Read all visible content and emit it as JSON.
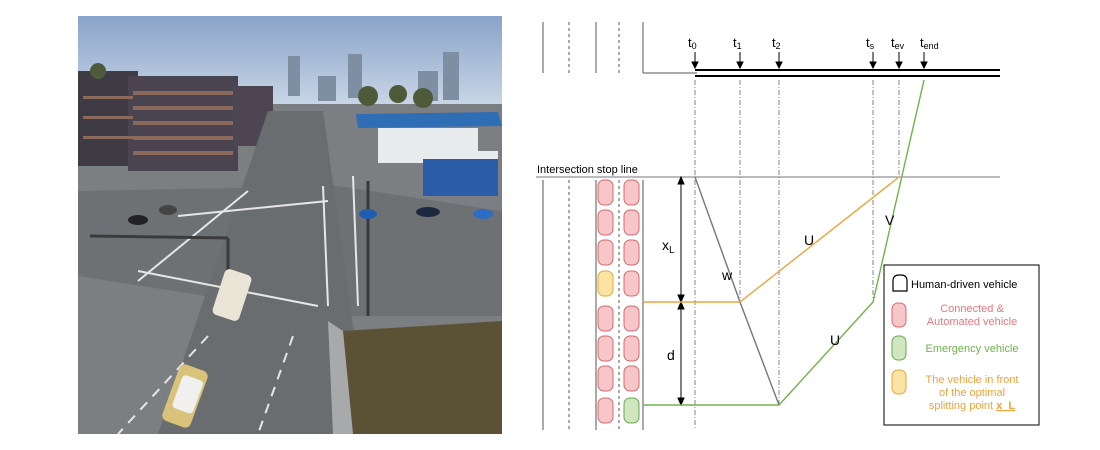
{
  "scene": {
    "description_icon": "intersection-simulation-image"
  },
  "diagram": {
    "stop_line_label": "Intersection stop line",
    "time_labels": [
      {
        "main": "t",
        "sub": "0"
      },
      {
        "main": "t",
        "sub": "1"
      },
      {
        "main": "t",
        "sub": "2"
      },
      {
        "main": "t",
        "sub": "s"
      },
      {
        "main": "t",
        "sub": "ev"
      },
      {
        "main": "t",
        "sub": "end"
      }
    ],
    "xL_label": {
      "main": "x",
      "sub": "L"
    },
    "d_label": "d",
    "wave_labels": {
      "w": "w",
      "u_top": "U",
      "v": "V",
      "u_bottom": "U"
    },
    "legend": {
      "items": [
        {
          "label": [
            "Human-driven vehicle"
          ],
          "color": "#000000",
          "fill": "#ffffff",
          "stroke": "#000000"
        },
        {
          "label": [
            "Connected &",
            "Automated vehicle"
          ],
          "color": "#e8777c",
          "fill": "#f6c6c8",
          "stroke": "#d9686d"
        },
        {
          "label": [
            "Emergency vehicle"
          ],
          "color": "#72b24c",
          "fill": "#cfe6bf",
          "stroke": "#6aa84f"
        },
        {
          "label": [
            "The vehicle in front",
            "of the optimal",
            "splitting point"
          ],
          "color": "#f0a23c",
          "fill": "#fbe3a4",
          "stroke": "#e0a93a"
        }
      ],
      "splitting_point_symbol": "x_L"
    },
    "colors": {
      "orange": "#f0a23c",
      "green": "#72b24c",
      "gray": "#888888"
    }
  }
}
